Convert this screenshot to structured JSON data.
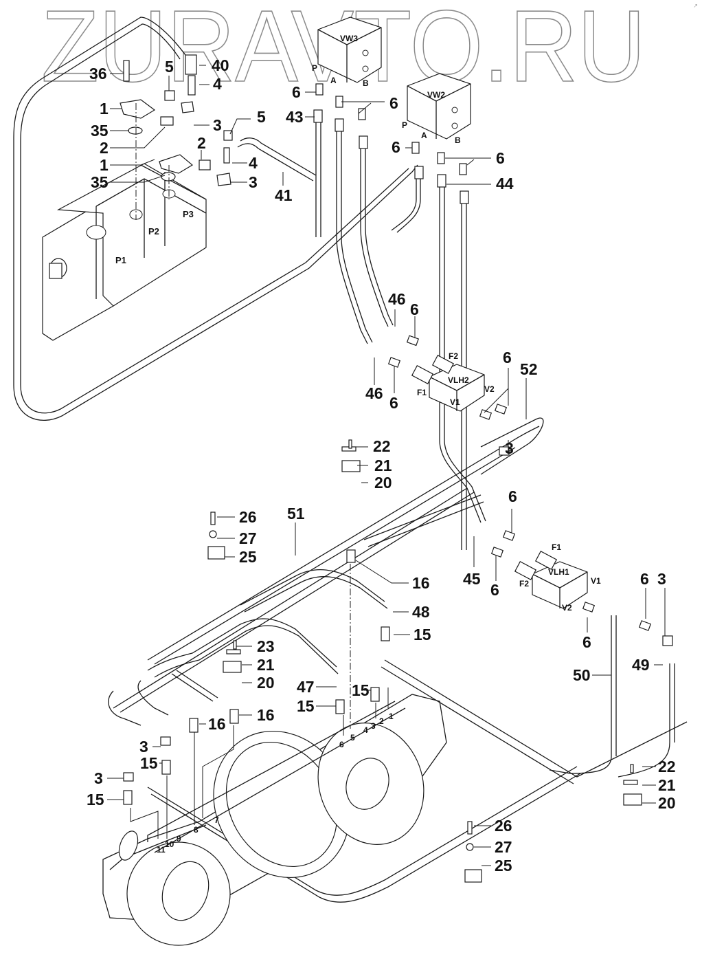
{
  "watermark": "ZURAVTO.RU",
  "corner_mark": "↗",
  "components": {
    "pump_sections": [
      "P1",
      "P2",
      "P3"
    ],
    "valves": [
      {
        "name": "VW3",
        "ports": [
          "P",
          "A",
          "B"
        ]
      },
      {
        "name": "VW2",
        "ports": [
          "P",
          "A",
          "B"
        ]
      },
      {
        "name": "VLH2",
        "ports": [
          "F1",
          "F2",
          "V1",
          "V2"
        ]
      },
      {
        "name": "VLH1",
        "ports": [
          "F1",
          "F2",
          "V1",
          "V2"
        ]
      }
    ],
    "manifold_holes": [
      "1",
      "2",
      "3",
      "4",
      "5",
      "6",
      "7",
      "8",
      "9",
      "10",
      "11"
    ]
  },
  "callouts": [
    {
      "id": "c36",
      "label": "36"
    },
    {
      "id": "c5a",
      "label": "5"
    },
    {
      "id": "c40",
      "label": "40"
    },
    {
      "id": "c4a",
      "label": "4"
    },
    {
      "id": "c1a",
      "label": "1"
    },
    {
      "id": "c35a",
      "label": "35"
    },
    {
      "id": "c2a",
      "label": "2"
    },
    {
      "id": "c3a",
      "label": "3"
    },
    {
      "id": "c5b",
      "label": "5"
    },
    {
      "id": "c2b",
      "label": "2"
    },
    {
      "id": "c1b",
      "label": "1"
    },
    {
      "id": "c4b",
      "label": "4"
    },
    {
      "id": "c35b",
      "label": "35"
    },
    {
      "id": "c3b",
      "label": "3"
    },
    {
      "id": "c41",
      "label": "41"
    },
    {
      "id": "c6a",
      "label": "6"
    },
    {
      "id": "c43",
      "label": "43"
    },
    {
      "id": "c6b",
      "label": "6"
    },
    {
      "id": "c6c",
      "label": "6"
    },
    {
      "id": "c6d",
      "label": "6"
    },
    {
      "id": "c44",
      "label": "44"
    },
    {
      "id": "c46a",
      "label": "46"
    },
    {
      "id": "c6e",
      "label": "6"
    },
    {
      "id": "c46b",
      "label": "46"
    },
    {
      "id": "c6f",
      "label": "6"
    },
    {
      "id": "c6g",
      "label": "6"
    },
    {
      "id": "c52",
      "label": "52"
    },
    {
      "id": "c3c",
      "label": "3"
    },
    {
      "id": "c22a",
      "label": "22"
    },
    {
      "id": "c21a",
      "label": "21"
    },
    {
      "id": "c20a",
      "label": "20"
    },
    {
      "id": "c26a",
      "label": "26"
    },
    {
      "id": "c51",
      "label": "51"
    },
    {
      "id": "c27a",
      "label": "27"
    },
    {
      "id": "c25a",
      "label": "25"
    },
    {
      "id": "c6h",
      "label": "6"
    },
    {
      "id": "c16a",
      "label": "16"
    },
    {
      "id": "c45",
      "label": "45"
    },
    {
      "id": "c6i",
      "label": "6"
    },
    {
      "id": "c48",
      "label": "48"
    },
    {
      "id": "c6j",
      "label": "6"
    },
    {
      "id": "c3d",
      "label": "3"
    },
    {
      "id": "c15a",
      "label": "15"
    },
    {
      "id": "c6k",
      "label": "6"
    },
    {
      "id": "c23",
      "label": "23"
    },
    {
      "id": "c21b",
      "label": "21"
    },
    {
      "id": "c49",
      "label": "49"
    },
    {
      "id": "c50",
      "label": "50"
    },
    {
      "id": "c20b",
      "label": "20"
    },
    {
      "id": "c47",
      "label": "47"
    },
    {
      "id": "c15b",
      "label": "15"
    },
    {
      "id": "c15c",
      "label": "15"
    },
    {
      "id": "c16b",
      "label": "16"
    },
    {
      "id": "c16c",
      "label": "16"
    },
    {
      "id": "c3e",
      "label": "3"
    },
    {
      "id": "c15d",
      "label": "15"
    },
    {
      "id": "c3f",
      "label": "3"
    },
    {
      "id": "c15e",
      "label": "15"
    },
    {
      "id": "c22b",
      "label": "22"
    },
    {
      "id": "c21c",
      "label": "21"
    },
    {
      "id": "c20c",
      "label": "20"
    },
    {
      "id": "c26b",
      "label": "26"
    },
    {
      "id": "c27b",
      "label": "27"
    },
    {
      "id": "c25b",
      "label": "25"
    }
  ]
}
